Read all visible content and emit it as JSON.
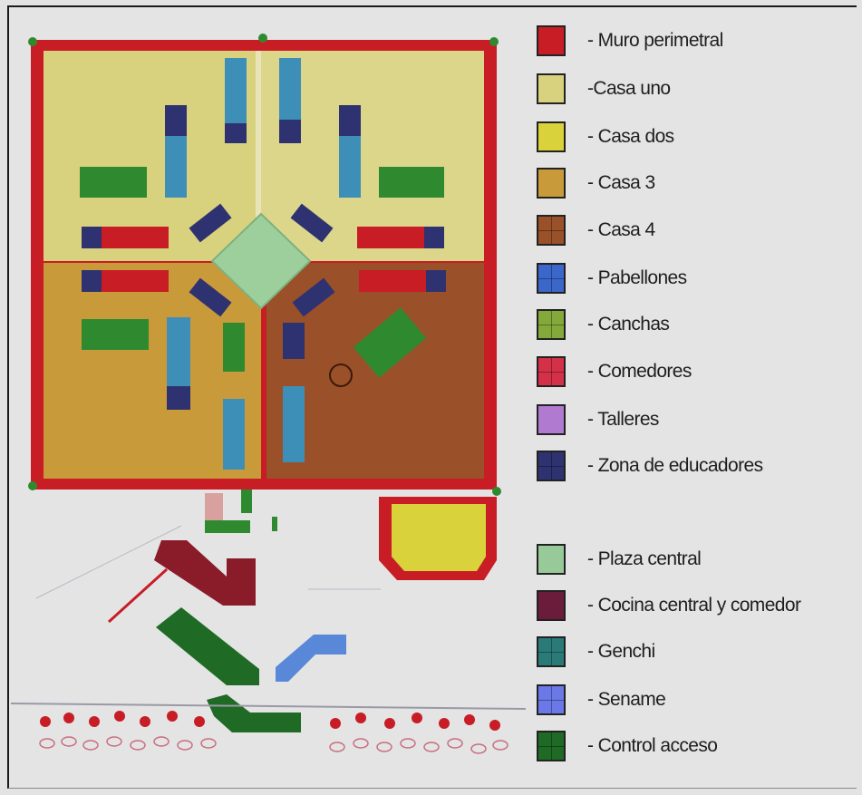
{
  "legend": [
    {
      "label": "- Muro perimetral",
      "color": "#c81d25",
      "grid": false
    },
    {
      "label": "-Casa uno",
      "color": "#d8d27e",
      "grid": false
    },
    {
      "label": "- Casa dos",
      "color": "#d9d23a",
      "grid": false
    },
    {
      "label": "- Casa 3",
      "color": "#c99a3a",
      "grid": false
    },
    {
      "label": "- Casa 4",
      "color": "#9a5028",
      "grid": true
    },
    {
      "label": "- Pabellones",
      "color": "#3a67c9",
      "grid": true
    },
    {
      "label": "- Canchas",
      "color": "#84a83a",
      "grid": true
    },
    {
      "label": "- Comedores",
      "color": "#d43048",
      "grid": true
    },
    {
      "label": "- Talleres",
      "color": "#b07ad0",
      "grid": false
    },
    {
      "label": "- Zona de educadores",
      "color": "#2f3270",
      "grid": true
    },
    {
      "label": "- Plaza central",
      "color": "#98c998",
      "grid": false
    },
    {
      "label": "- Cocina central y comedor",
      "color": "#6a1c3a",
      "grid": false
    },
    {
      "label": "- Genchi",
      "color": "#2a7a78",
      "grid": true
    },
    {
      "label": "- Sename",
      "color": "#6a78e8",
      "grid": true
    },
    {
      "label": "- Control acceso",
      "color": "#1f6a24",
      "grid": true
    }
  ],
  "colors": {
    "perimeter_wall": "#c81d25",
    "casa_uno": "#d8d27e",
    "casa_dos": "#d9d23a",
    "casa_3": "#c99a3a",
    "casa_4": "#9a5028",
    "pabellon": "#3d8fb8",
    "educadores": "#2f3270",
    "cancha": "#2f8a2f",
    "comedor": "#c81d25",
    "plaza": "#9ccf9c",
    "cocina": "#8a1c2a",
    "control": "#1f6a24",
    "sename": "#5a88d8"
  }
}
